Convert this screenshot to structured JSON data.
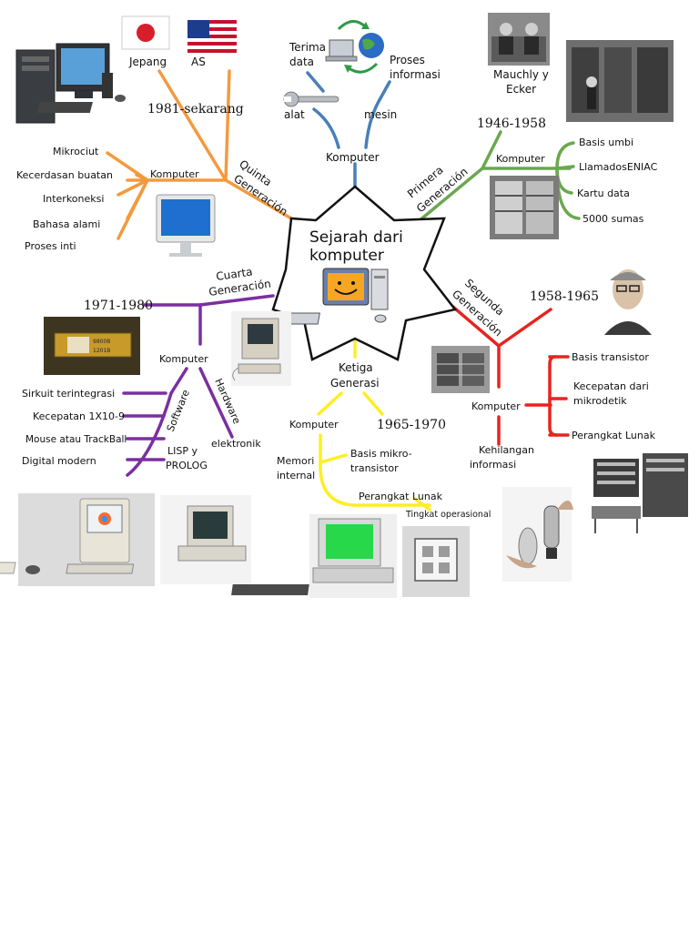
{
  "center": {
    "line1": "Sejarah dari",
    "line2": "komputer"
  },
  "colors": {
    "orange": "#f39a3e",
    "blue": "#4a7fb8",
    "green": "#6aa84f",
    "red": "#e8231f",
    "yellow": "#ffee22",
    "purple": "#7b2fa0"
  },
  "top": {
    "komputer": "Komputer",
    "alat": "alat",
    "mesin": "mesin",
    "terima_line1": "Terima",
    "terima_line2": "data",
    "proses_line1": "Proses",
    "proses_line2": "informasi"
  },
  "quinta": {
    "gen_line1": "Quinta",
    "gen_line2": "Generación",
    "years": "1981-sekarang",
    "jepang": "Jepang",
    "as": "AS",
    "komputer": "Komputer",
    "items": [
      "Mikrociut",
      "Kecerdasan buatan",
      "Interkoneksi",
      "Bahasa alami",
      "Proses inti"
    ]
  },
  "primera": {
    "gen_line1": "Primera",
    "gen_line2": "Generación",
    "years": "1946-1958",
    "people_line1": "Mauchly y",
    "people_line2": "Ecker",
    "komputer": "Komputer",
    "items": [
      "Basis umbi",
      "LlamadosENIAC",
      "Kartu data",
      "5000 sumas"
    ]
  },
  "segunda": {
    "gen_line1": "Segunda",
    "gen_line2": "Generación",
    "years": "1958-1965",
    "komputer": "Komputer",
    "items": [
      "Basis transistor",
      "Kecepatan dari",
      "mikrodetik",
      "Perangkat Lunak"
    ],
    "loss_line1": "Kehilangan",
    "loss_line2": "informasi"
  },
  "ketiga": {
    "gen_line1": "Ketiga",
    "gen_line2": "Generasi",
    "years": "1965-1970",
    "komputer": "Komputer",
    "memori_line1": "Memori",
    "memori_line2": "internal",
    "basis_line1": "Basis mikro-",
    "basis_line2": "transistor",
    "perangkat": "Perangkat Lunak",
    "tingkat": "Tingkat operasional"
  },
  "cuarta": {
    "gen_line1": "Cuarta",
    "gen_line2": "Generación",
    "years": "1971-1980",
    "komputer": "Komputer",
    "software": "Software",
    "hardware": "Hardware",
    "items": [
      "Sirkuit terintegrasi",
      "Kecepatan 1X10-9",
      "Mouse atau TrackBall",
      "Digital modern"
    ],
    "lisp_line1": "LISP y",
    "lisp_line2": "PROLOG",
    "elektronik": "elektronik",
    "chip_line1": "9800B",
    "chip_line2": "1201B"
  }
}
